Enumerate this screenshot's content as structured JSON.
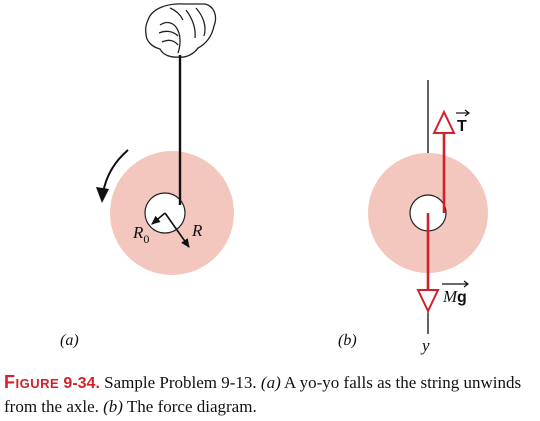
{
  "figure": {
    "panel_a": {
      "label": "(a)",
      "r0_label": "R",
      "r0_sub": "0",
      "r_label": "R"
    },
    "panel_b": {
      "label": "(b)",
      "tension_label": "T",
      "weight_label_m": "M",
      "weight_label_g": "g",
      "axis_label": "y"
    },
    "colors": {
      "disk_fill": "#f3c7bd",
      "axle_fill": "#ffffff",
      "force_red": "#d4202a",
      "ink": "#111111"
    }
  },
  "caption": {
    "label": "Figure",
    "number": "9-34.",
    "text_1": "Sample Problem 9-13. ",
    "part_a": "(a)",
    "text_2": " A yo-yo falls as the string unwinds from the axle. ",
    "part_b": "(b)",
    "text_3": " The force diagram."
  }
}
